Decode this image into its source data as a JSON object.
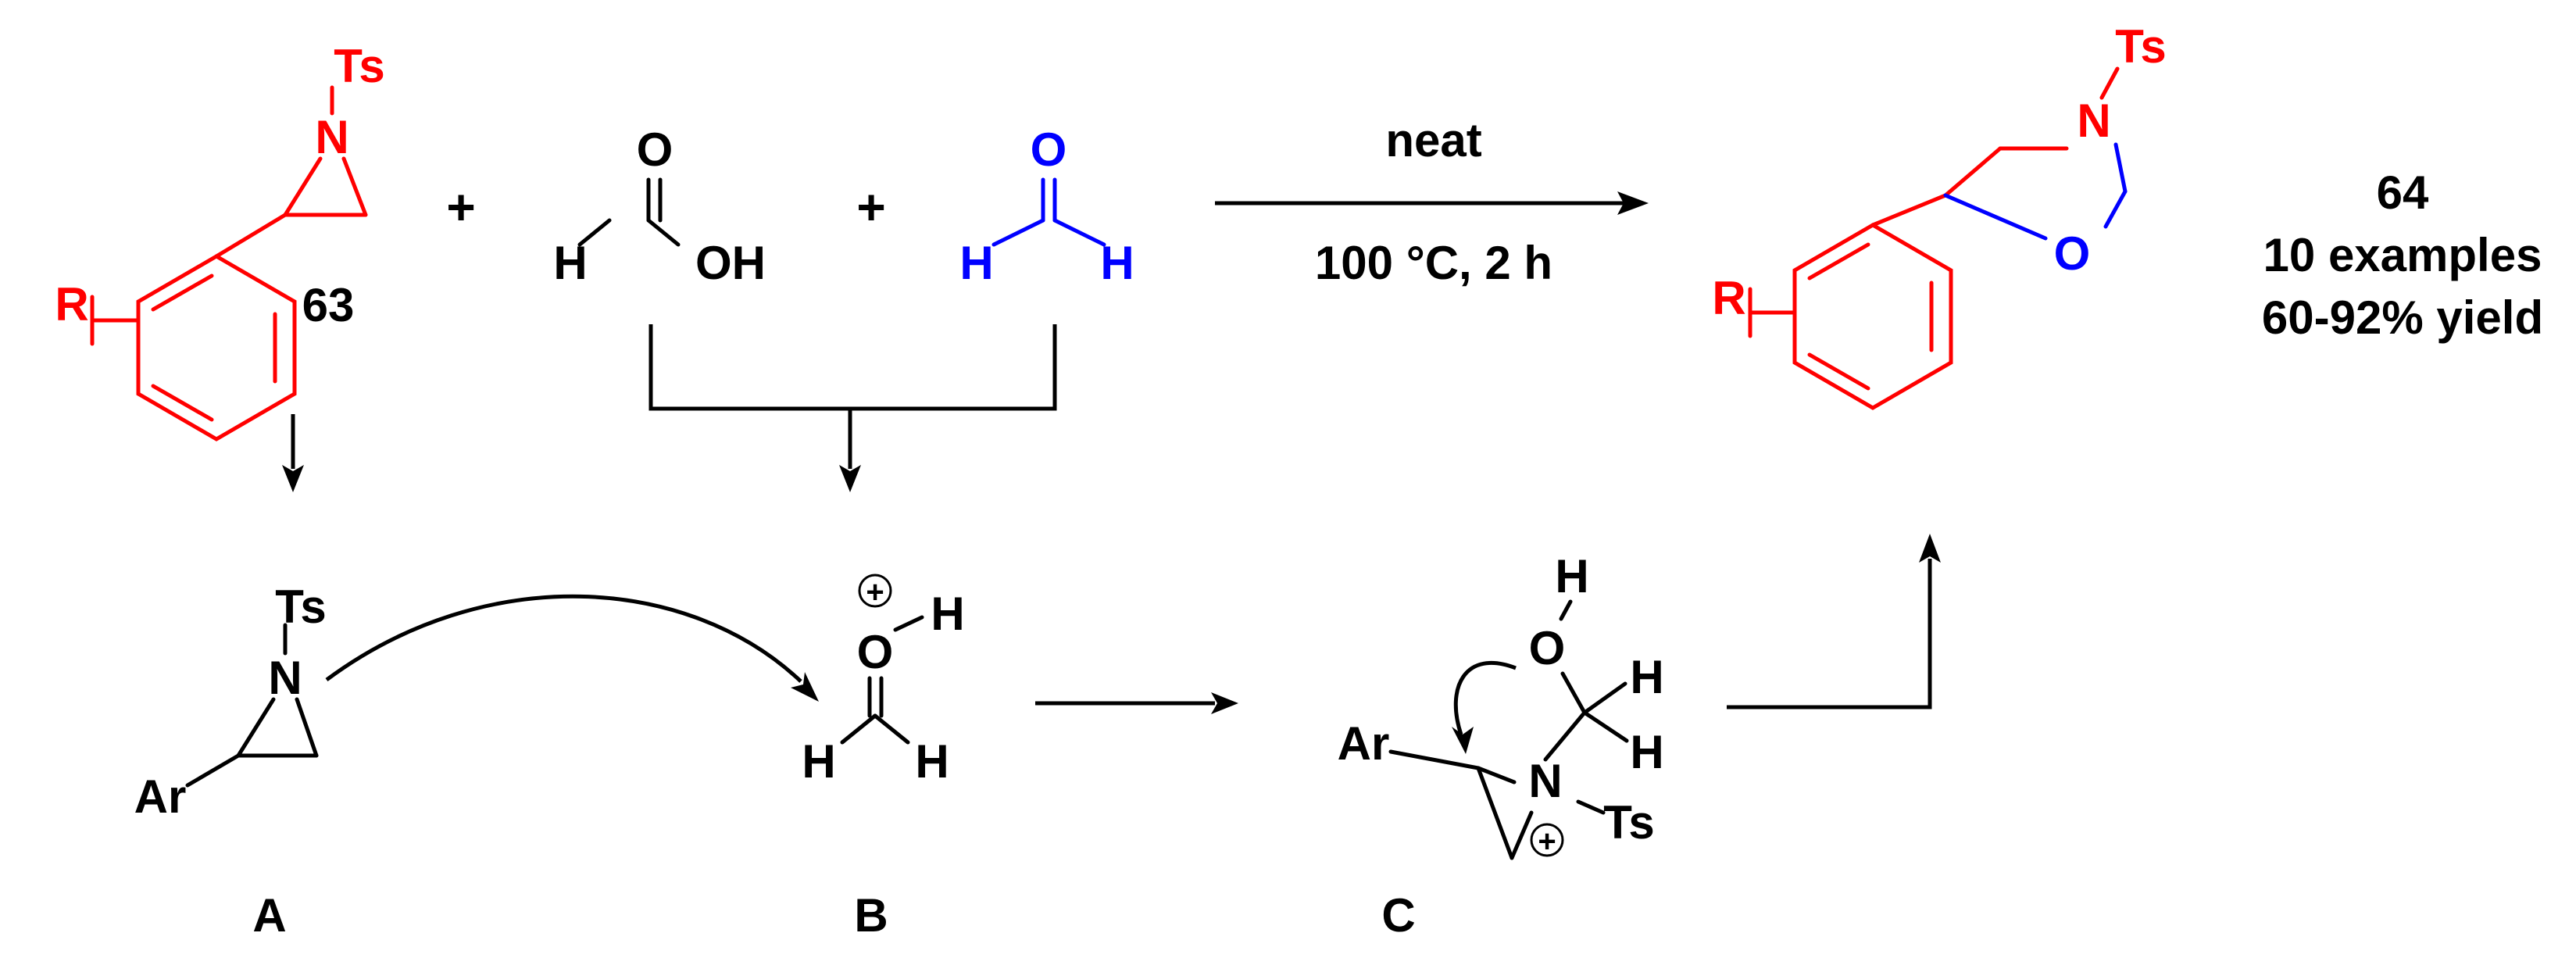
{
  "colors": {
    "substrate": "#ff0000",
    "formaldehyde": "#0000ff",
    "default": "#000000"
  },
  "reactant_63": {
    "ts": "Ts",
    "n": "N",
    "r": "R",
    "number": "63"
  },
  "formic_acid": {
    "o": "O",
    "h": "H",
    "oh": "OH"
  },
  "formaldehyde": {
    "o": "O",
    "h_left": "H",
    "h_right": "H"
  },
  "plus": "+",
  "conditions": {
    "above": "neat",
    "below": "100 °C, 2 h"
  },
  "product_64": {
    "ts": "Ts",
    "n": "N",
    "o": "O",
    "r": "R",
    "number": "64",
    "examples": "10 examples",
    "yield": "60-92% yield"
  },
  "intermediate_A": {
    "ts": "Ts",
    "n": "N",
    "ar": "Ar",
    "label": "A"
  },
  "intermediate_B": {
    "charge": "+",
    "o": "O",
    "h_o": "H",
    "h_left": "H",
    "h_right": "H",
    "label": "B"
  },
  "intermediate_C": {
    "h_top": "H",
    "o": "O",
    "h_1": "H",
    "h_2": "H",
    "ar": "Ar",
    "n": "N",
    "ts": "Ts",
    "charge": "+",
    "label": "C"
  }
}
